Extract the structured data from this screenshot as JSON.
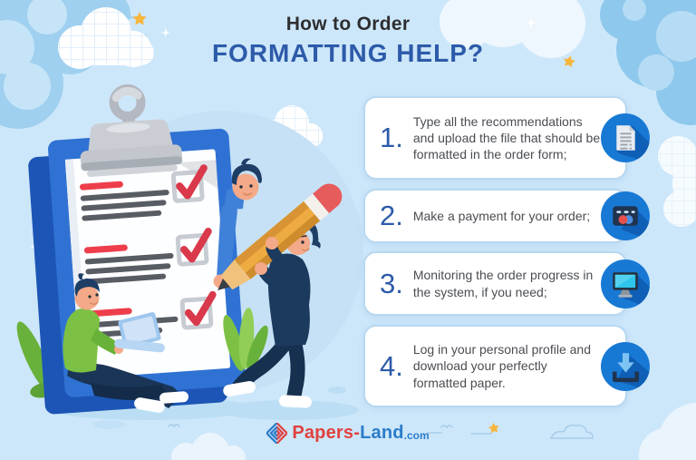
{
  "title": {
    "line1": "How to Order",
    "line2": "FORMATTING HELP?"
  },
  "steps": [
    {
      "number": "1.",
      "text": "Type all the recommendations\nand upload the file that should be\nformatted in the order form;",
      "icon": "document-icon"
    },
    {
      "number": "2.",
      "text": "Make a payment for your order;",
      "icon": "payment-icon"
    },
    {
      "number": "3.",
      "text": "Monitoring the order progress in\nthe system, if you need;",
      "icon": "monitor-icon"
    },
    {
      "number": "4.",
      "text": "Log in your personal profile and\ndownload your perfectly\nformatted paper.",
      "icon": "download-icon"
    }
  ],
  "footer": {
    "brand_red": "Papers-",
    "brand_blue": "Land",
    "brand_suffix": ".com"
  },
  "colors": {
    "background": "#cde7fa",
    "title_text": "#2e2e30",
    "accent_blue": "#2d5ba9",
    "body_text": "#4a4d52",
    "card_border": "#b8d8f0",
    "icon_circle": "#1879d4",
    "checklist_red": "#ee3e4c",
    "clipboard_blue": "#2f72d3",
    "brand_red": "#e0413f",
    "brand_blue": "#2b7cc9"
  }
}
